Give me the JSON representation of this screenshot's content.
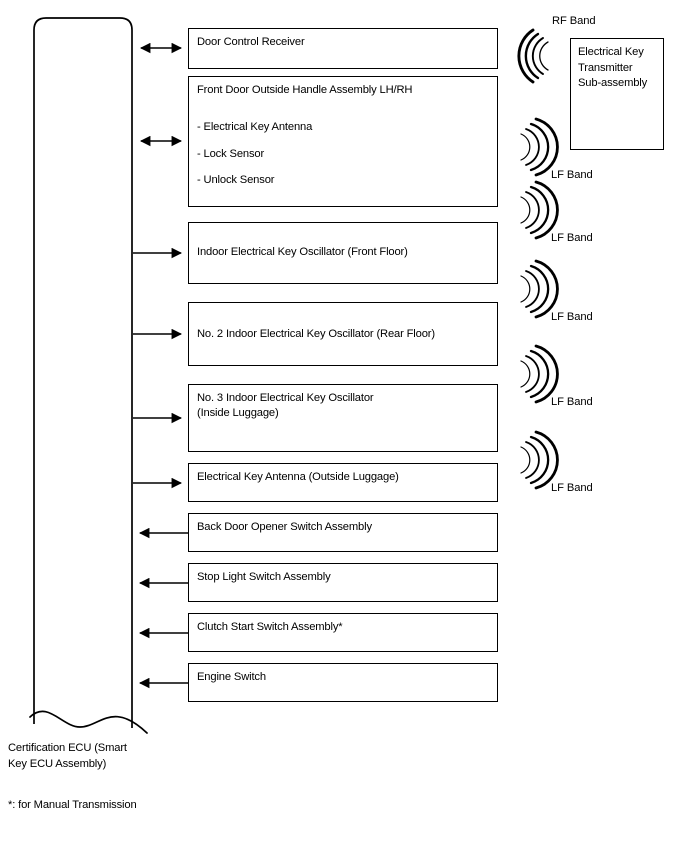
{
  "diagram": {
    "ecu": {
      "label": "Certification ECU (Smart\nKey ECU Assembly)",
      "name": "certification-ecu"
    },
    "footnote": "*: for Manual Transmission",
    "transmitter": {
      "label": "Electrical Key\nTransmitter\nSub-assembly"
    },
    "bands": [
      {
        "label": "RF Band",
        "icon": "rf-wave-icon",
        "direction": "left"
      },
      {
        "label": "LF Band",
        "icon": "lf-wave-icon",
        "direction": "right"
      },
      {
        "label": "LF Band",
        "icon": "lf-wave-icon",
        "direction": "right"
      },
      {
        "label": "LF Band",
        "icon": "lf-wave-icon",
        "direction": "right"
      },
      {
        "label": "LF Band",
        "icon": "lf-wave-icon",
        "direction": "right"
      },
      {
        "label": "LF Band",
        "icon": "lf-wave-icon",
        "direction": "right"
      }
    ],
    "components": [
      {
        "label": "Door Control Receiver",
        "sub_items": [],
        "arrow": "bidirectional"
      },
      {
        "label": "Front Door Outside Handle Assembly LH/RH",
        "sub_items": [
          "- Electrical Key Antenna",
          "- Lock Sensor",
          "- Unlock Sensor"
        ],
        "arrow": "bidirectional"
      },
      {
        "label": "Indoor Electrical Key Oscillator (Front Floor)",
        "sub_items": [],
        "arrow": "right"
      },
      {
        "label": "No. 2 Indoor Electrical Key Oscillator (Rear Floor)",
        "sub_items": [],
        "arrow": "right"
      },
      {
        "label": "No. 3 Indoor Electrical Key Oscillator\n(Inside Luggage)",
        "sub_items": [],
        "arrow": "right"
      },
      {
        "label": "Electrical Key Antenna (Outside Luggage)",
        "sub_items": [],
        "arrow": "right"
      },
      {
        "label": "Back Door Opener Switch Assembly",
        "sub_items": [],
        "arrow": "left"
      },
      {
        "label": "Stop Light Switch Assembly",
        "sub_items": [],
        "arrow": "left"
      },
      {
        "label": "Clutch Start Switch Assembly*",
        "sub_items": [],
        "arrow": "left"
      },
      {
        "label": "Engine Switch",
        "sub_items": [],
        "arrow": "left"
      }
    ]
  }
}
